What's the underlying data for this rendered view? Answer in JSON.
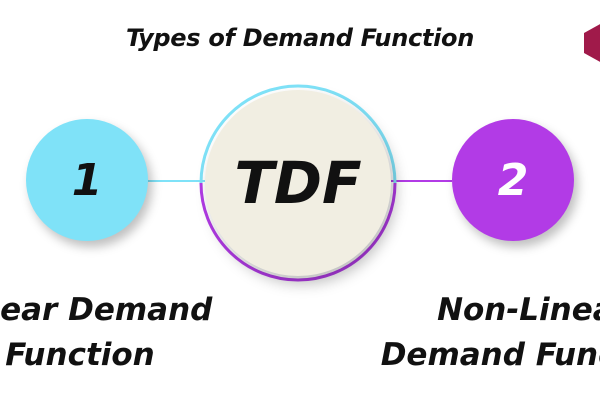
{
  "diagram": {
    "title": "Types of Demand Function",
    "center": {
      "label": "TDF",
      "fill": "#f1eee2",
      "ring_top": "#7fe2f8",
      "ring_bottom": "#b23be6"
    },
    "nodes": [
      {
        "number": "1",
        "line1": "Linear Demand",
        "line2": "Function",
        "fill": "#7fe2f8",
        "connector": "#7fe2f8"
      },
      {
        "number": "2",
        "line1": "Non-Linear",
        "line2": "Demand Function",
        "fill": "#b23be6",
        "connector": "#b23be6"
      }
    ],
    "logo": {
      "icon": "hexagon-logo-icon",
      "color": "#a01a4a"
    }
  }
}
